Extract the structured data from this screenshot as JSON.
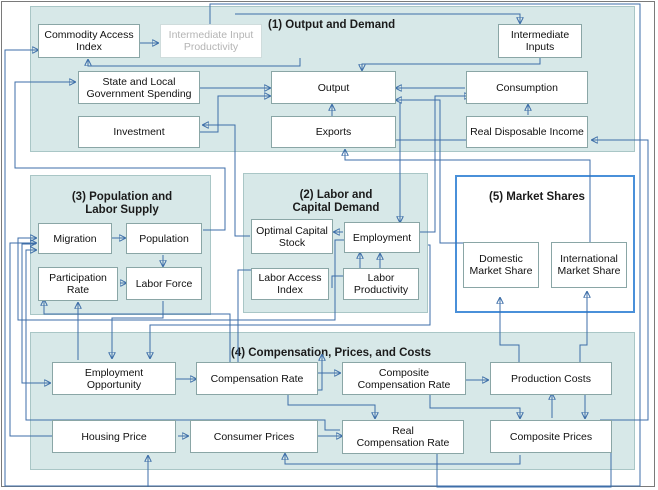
{
  "blocks": {
    "output_demand": "(1) Output and Demand",
    "labor_capital": "(2) Labor and\nCapital Demand",
    "population": "(3) Population and\nLabor Supply",
    "compensation": "(4) Compensation, Prices, and Costs",
    "market_shares": "(5) Market Shares"
  },
  "nodes": {
    "commodity_access_index": "Commodity Access\nIndex",
    "intermediate_input_productivity": "Intermediate Input\nProductivity",
    "intermediate_inputs": "Intermediate\nInputs",
    "state_local_spending": "State and Local\nGovernment Spending",
    "output": "Output",
    "consumption": "Consumption",
    "investment": "Investment",
    "exports": "Exports",
    "real_disposable_income": "Real Disposable Income",
    "migration": "Migration",
    "population": "Population",
    "participation_rate": "Participation\nRate",
    "labor_force": "Labor Force",
    "optimal_capital_stock": "Optimal Capital\nStock",
    "employment": "Employment",
    "labor_access_index": "Labor Access\nIndex",
    "labor_productivity": "Labor\nProductivity",
    "domestic_market_share": "Domestic\nMarket Share",
    "international_market_share": "International\nMarket Share",
    "employment_opportunity": "Employment\nOpportunity",
    "compensation_rate": "Compensation Rate",
    "composite_compensation_rate": "Composite\nCompensation Rate",
    "production_costs": "Production Costs",
    "housing_price": "Housing Price",
    "consumer_prices": "Consumer Prices",
    "real_compensation_rate": "Real\nCompensation Rate",
    "composite_prices": "Composite Prices"
  },
  "colors": {
    "block_fill": "#d7e8e8",
    "block_border": "#a9c6c6",
    "market_border": "#4a90d9",
    "arrow": "#3d6ea8",
    "faded_text": "#b4b4b4"
  }
}
